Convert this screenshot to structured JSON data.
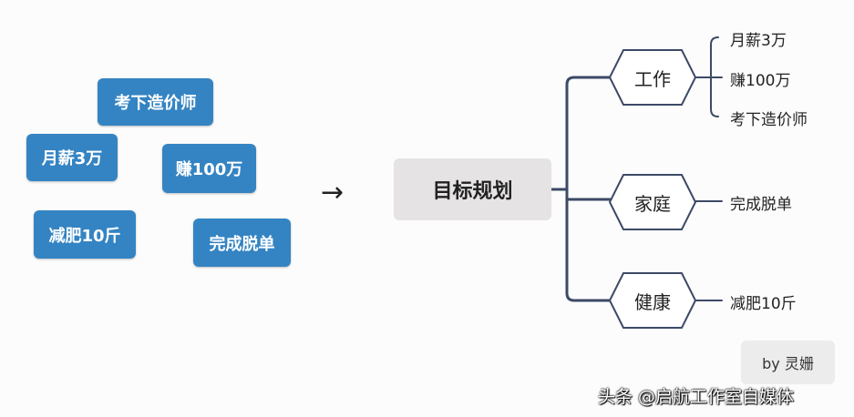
{
  "tags": {
    "tag1": "考下造价师",
    "tag2": "月薪3万",
    "tag3": "赚100万",
    "tag4": "减肥10斤",
    "tag5": "完成脱单"
  },
  "arrow": "→",
  "central_topic": "目标规划",
  "branches": [
    {
      "label": "工作",
      "leaves": [
        "月薪3万",
        "赚100万",
        "考下造价师"
      ]
    },
    {
      "label": "家庭",
      "leaves": [
        "完成脱单"
      ]
    },
    {
      "label": "健康",
      "leaves": [
        "减肥10斤"
      ]
    }
  ],
  "credit": "by 灵姗",
  "watermark": "头条 @启航工作室自媒体",
  "colors": {
    "tag_bg": "#3484c3",
    "line": "#3c4a66",
    "center_bg": "#e6e3e5"
  }
}
